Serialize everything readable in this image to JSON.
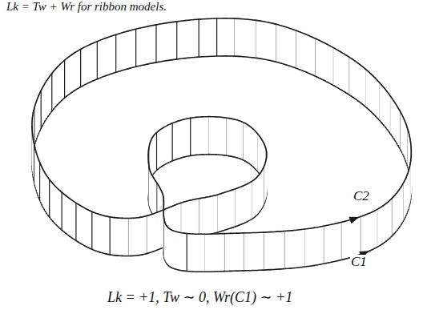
{
  "diagram": {
    "caption": "Lk = +1, Tw ∼ 0, Wr(C1) ∼ +1",
    "labels": [
      "Lk = Tw + Wr for ribbon models.",
      "C2",
      "C1"
    ]
  }
}
